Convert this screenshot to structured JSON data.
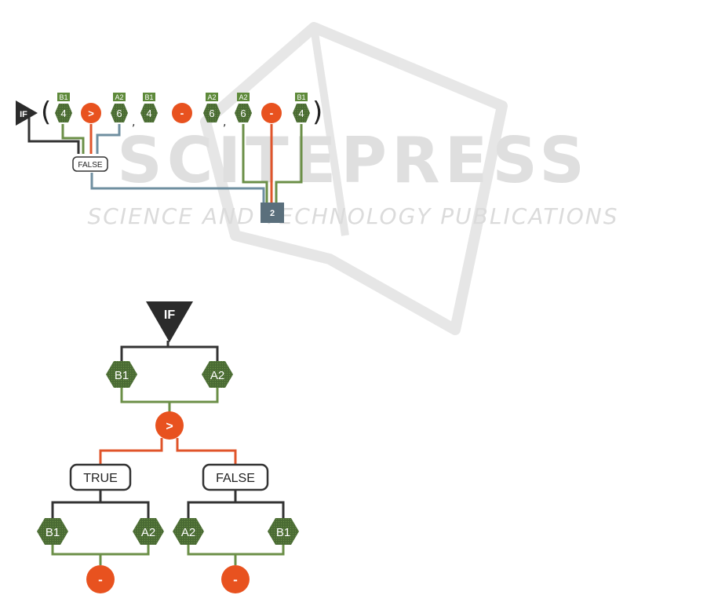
{
  "watermark": {
    "title": "SCITEPRESS",
    "subtitle": "SCIENCE AND TECHNOLOGY PUBLICATIONS"
  },
  "linear_expression": {
    "if_label": "IF",
    "open_paren": "(",
    "close_paren": ")",
    "comma": ",",
    "tokens": [
      {
        "tag": "B1",
        "value": "4"
      },
      {
        "op": ">"
      },
      {
        "tag": "A2",
        "value": "6"
      },
      {
        "tag": "B1",
        "value": "4"
      },
      {
        "op": "-"
      },
      {
        "tag": "A2",
        "value": "6"
      },
      {
        "tag": "A2",
        "value": "6"
      },
      {
        "op": "-"
      },
      {
        "tag": "B1",
        "value": "4"
      }
    ],
    "false_label": "FALSE",
    "result_value": "2"
  },
  "tree": {
    "root_label": "IF",
    "cond_left": "B1",
    "cond_right": "A2",
    "cond_op": ">",
    "true_label": "TRUE",
    "false_label": "FALSE",
    "true_left": "B1",
    "true_right": "A2",
    "true_op": "-",
    "false_left": "A2",
    "false_right": "B1",
    "false_op": "-"
  },
  "colors": {
    "hex_green": "#4a6b34",
    "tag_green": "#5e8a3a",
    "operator_orange": "#e8521f",
    "wire_dark": "#333333",
    "wire_green": "#6b8f47",
    "wire_orange": "#e0542a",
    "wire_blue": "#6f8fa0",
    "result_box": "#5a6f7c",
    "watermark": "#dcdcdc"
  }
}
